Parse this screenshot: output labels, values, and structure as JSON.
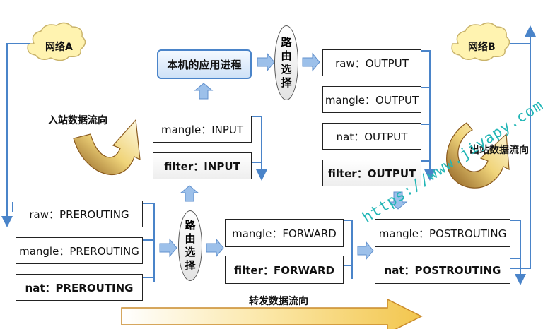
{
  "clouds": {
    "left": "网络A",
    "right": "网络B"
  },
  "labels": {
    "inbound": "入站数据流向",
    "outbound": "出站数据流向",
    "forward": "转发数据流向"
  },
  "routing": {
    "chars": [
      "路",
      "由",
      "选",
      "择"
    ]
  },
  "app_process": "本机的应用进程",
  "chains": {
    "prerouting": [
      "raw：PREROUTING",
      "mangle：PREROUTING",
      "nat：PREROUTING"
    ],
    "input": [
      "mangle：INPUT",
      "filter：INPUT"
    ],
    "forward": [
      "mangle：FORWARD",
      "filter：FORWARD"
    ],
    "output": [
      "raw：OUTPUT",
      "mangle：OUTPUT",
      "nat：OUTPUT",
      "filter：OUTPUT"
    ],
    "postrouting": [
      "mangle：POSTROUTING",
      "nat：POSTROUTING"
    ]
  },
  "watermark": "https://www.jiyapy.com",
  "colors": {
    "line": "#4a84c9",
    "arrow": "#8fb4e3",
    "cloud": "#fff3b0",
    "flow_arrow": "#f3d26a"
  }
}
